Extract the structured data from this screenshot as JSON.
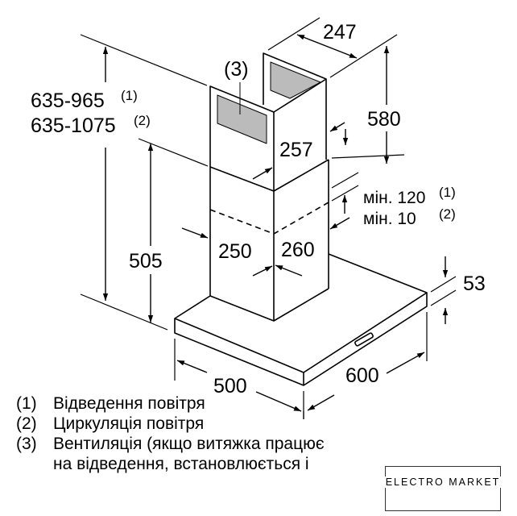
{
  "diagram": {
    "height_range_1": "635-965",
    "height_range_1_note": "(1)",
    "height_range_2": "635-1075",
    "height_range_2_note": "(2)",
    "vent_callout": "(3)",
    "chimney_depth": "247",
    "upper_chimney_height": "580",
    "upper_chimney_width": "257",
    "min_overlap_1": "мін. 120",
    "min_overlap_1_note": "(1)",
    "min_overlap_2": "мін. 10",
    "min_overlap_2_note": "(2)",
    "lower_chimney_width": "250",
    "lower_chimney_depth": "260",
    "lower_height": "505",
    "hood_thickness": "53",
    "hood_depth": "500",
    "hood_width": "600"
  },
  "legend": [
    {
      "num": "(1)",
      "text": "Відведення повітря"
    },
    {
      "num": "(2)",
      "text": "Циркуляція повітря"
    },
    {
      "num": "(3)",
      "text": "Вентиляція (якщо витяжка працює",
      "cont": "на відведення, встановлюється і"
    }
  ],
  "watermark": {
    "text": "ELECTRO MARKET"
  }
}
